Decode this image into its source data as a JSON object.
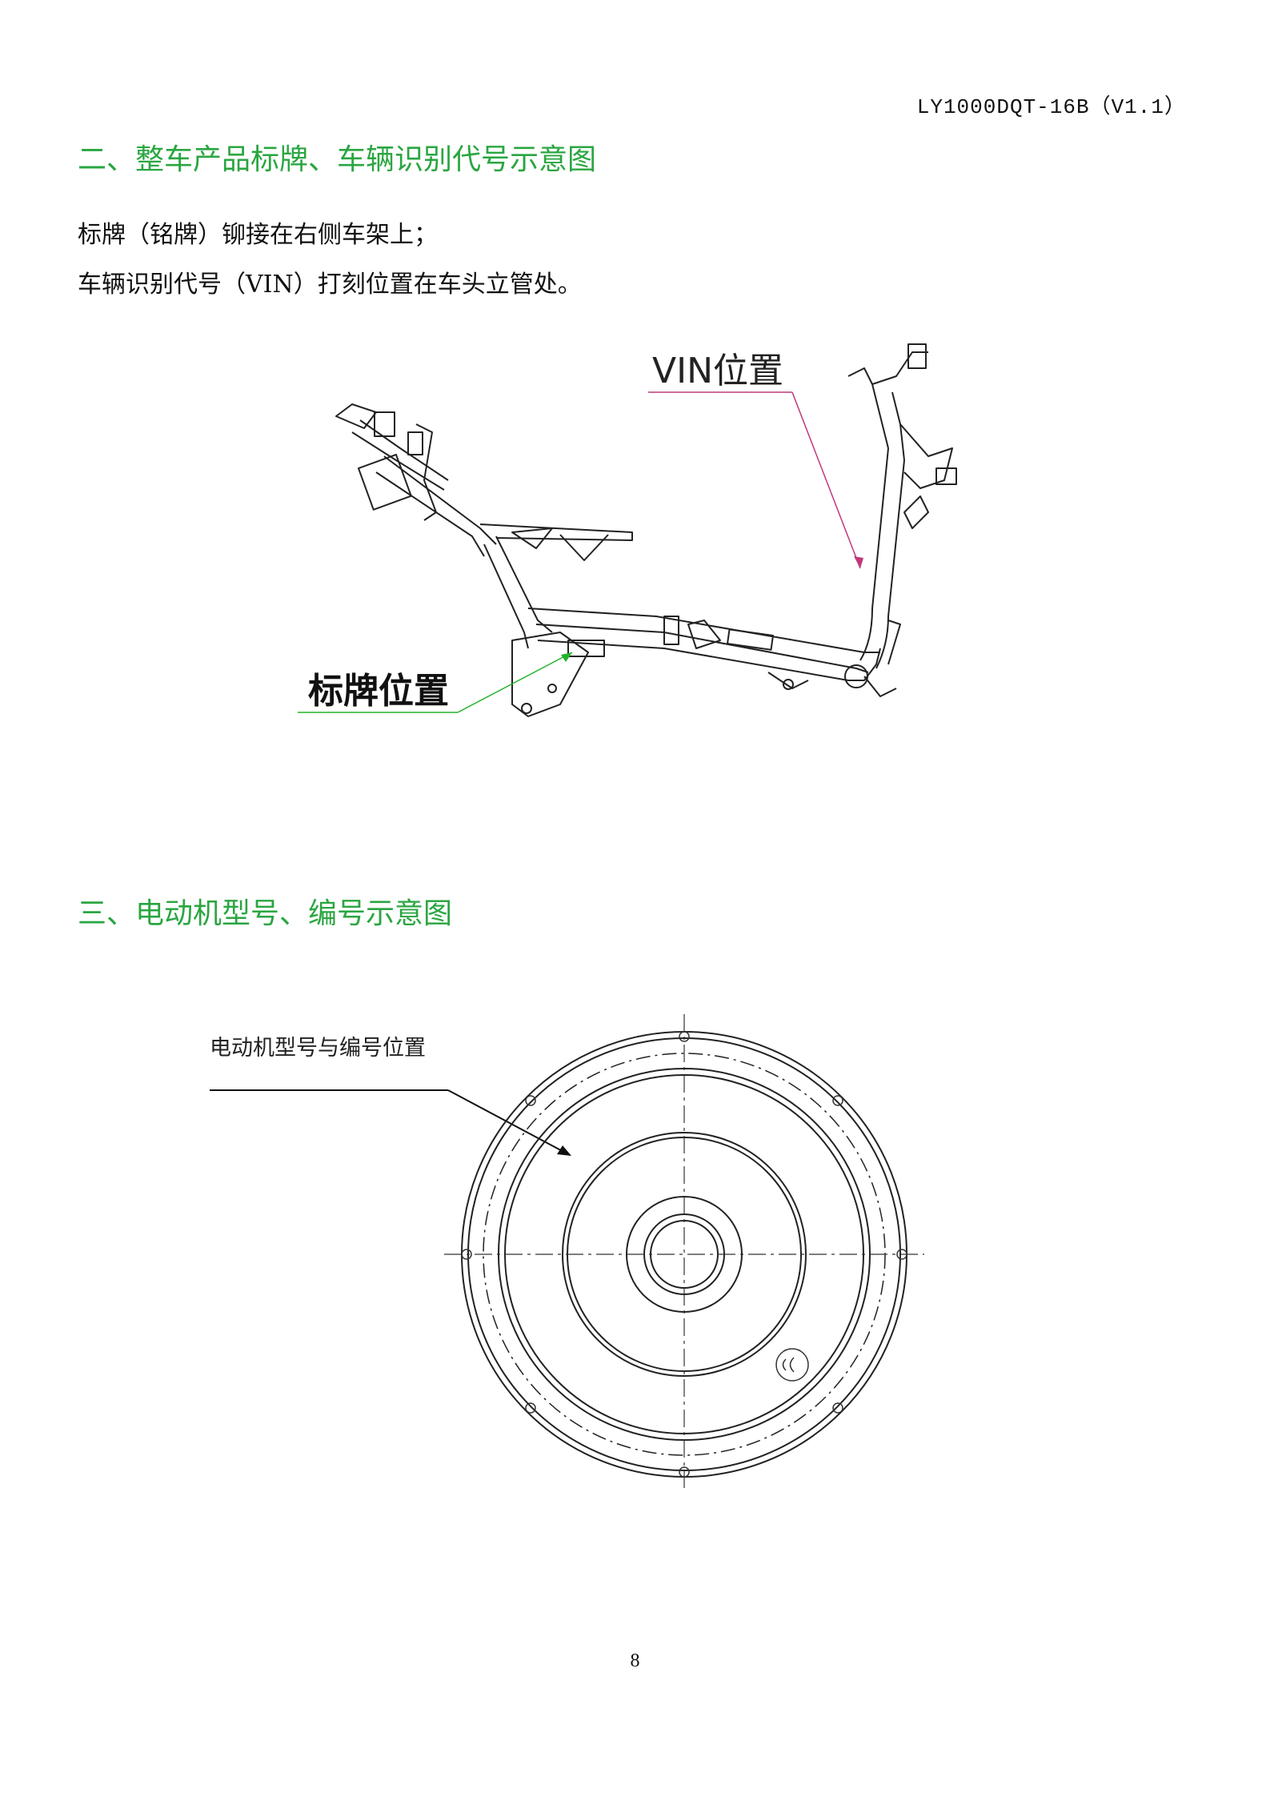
{
  "header": {
    "doc_code": "LY1000DQT-16B（V1.1）"
  },
  "section2": {
    "heading": "二、整车产品标牌、车辆识别代号示意图",
    "lines": [
      "标牌（铭牌）铆接在右侧车架上；",
      "车辆识别代号（VIN）打刻位置在车头立管处。"
    ],
    "figure": {
      "vin_label": "VIN位置",
      "plate_label": "标牌位置",
      "colors": {
        "vin_leader": "#c0397a",
        "plate_leader": "#22b22a"
      }
    }
  },
  "section3": {
    "heading": "三、电动机型号、编号示意图",
    "figure": {
      "motor_label": "电动机型号与编号位置"
    }
  },
  "footer": {
    "page_number": "8"
  },
  "colors": {
    "heading": "#2aa641"
  }
}
